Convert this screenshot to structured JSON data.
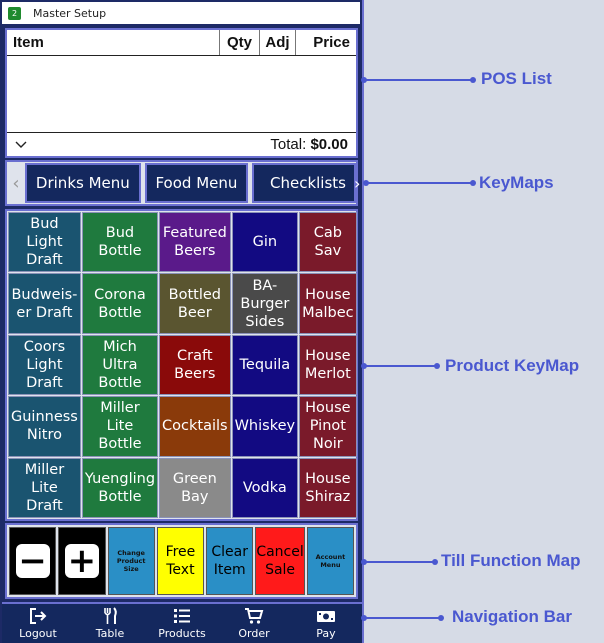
{
  "window": {
    "badge": "2",
    "title": "Master Setup"
  },
  "pos_list": {
    "columns": {
      "item": "Item",
      "qty": "Qty",
      "adj": "Adj",
      "price": "Price"
    },
    "total_label": "Total:",
    "total_value": "$0.00"
  },
  "keymaps": {
    "items": [
      "Drinks Menu",
      "Food Menu",
      "Checklists"
    ]
  },
  "products": [
    {
      "label": "Bud Light\nDraft",
      "color": "#1a5470"
    },
    {
      "label": "Bud\nBottle",
      "color": "#1f7a3e"
    },
    {
      "label": "Featured\nBeers",
      "color": "#5a1a8a"
    },
    {
      "label": "Gin",
      "color": "#120a82"
    },
    {
      "label": "Cab Sav",
      "color": "#7a1a2a"
    },
    {
      "label": "Budweis-\ner Draft",
      "color": "#1a5470"
    },
    {
      "label": "Corona\nBottle",
      "color": "#1f7a3e"
    },
    {
      "label": "Bottled\nBeer",
      "color": "#5a5530"
    },
    {
      "label": "BA-\nBurger\nSides",
      "color": "#4a4a4a"
    },
    {
      "label": "House\nMalbec",
      "color": "#7a1a2a"
    },
    {
      "label": "Coors\nLight\nDraft",
      "color": "#1a5470"
    },
    {
      "label": "Mich\nUltra\nBottle",
      "color": "#1f7a3e"
    },
    {
      "label": "Craft\nBeers",
      "color": "#8a0a0a"
    },
    {
      "label": "Tequila",
      "color": "#120a82"
    },
    {
      "label": "House\nMerlot",
      "color": "#7a1a2a"
    },
    {
      "label": "Guinness\nNitro",
      "color": "#1a5470"
    },
    {
      "label": "Miller\nLite\nBottle",
      "color": "#1f7a3e"
    },
    {
      "label": "Cocktails",
      "color": "#8a3a0a"
    },
    {
      "label": "Whiskey",
      "color": "#120a82"
    },
    {
      "label": "House\nPinot\nNoir",
      "color": "#7a1a2a"
    },
    {
      "label": "Miller\nLite Draft",
      "color": "#1a5470"
    },
    {
      "label": "Yuengling\nBottle",
      "color": "#1f7a3e"
    },
    {
      "label": "Green\nBay",
      "color": "#8a8a8a"
    },
    {
      "label": "Vodka",
      "color": "#120a82"
    },
    {
      "label": "House\nShiraz",
      "color": "#7a1a2a"
    }
  ],
  "till": {
    "minus": "−",
    "plus": "+",
    "change_size": "Change\nProduct\nSize",
    "free_text": "Free\nText",
    "clear_item": "Clear\nItem",
    "cancel_sale": "Cancel\nSale",
    "account_menu": "Account\nMenu"
  },
  "nav": {
    "items": [
      {
        "label": "Logout",
        "icon": "logout-icon"
      },
      {
        "label": "Table",
        "icon": "utensils-icon"
      },
      {
        "label": "Products",
        "icon": "list-icon"
      },
      {
        "label": "Order",
        "icon": "cart-icon"
      },
      {
        "label": "Pay",
        "icon": "money-icon"
      }
    ]
  },
  "annotations": {
    "pos_list": "POS List",
    "keymaps": "KeyMaps",
    "product_keymap": "Product KeyMap",
    "till_function_map": "Till Function Map",
    "navigation_bar": "Navigation Bar"
  }
}
